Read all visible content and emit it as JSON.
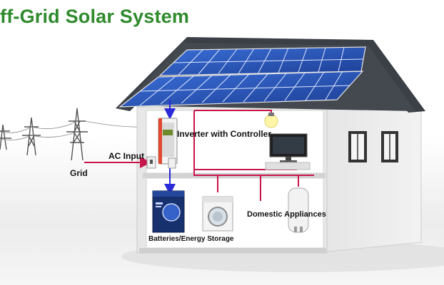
{
  "title": "ff-Grid Solar System",
  "labels": {
    "ac_input": "AC Input",
    "grid": "Grid",
    "inverter": "Inverter with Controller",
    "domestic": "Domestic Appliances",
    "batteries": "Batteries/Energy Storage"
  },
  "colors": {
    "title": "#2f8a2c",
    "wire": "#c8154a",
    "flow_arrow": "#2a2ad8",
    "roof": "#3b3f46",
    "panel": "#2b56b8"
  }
}
